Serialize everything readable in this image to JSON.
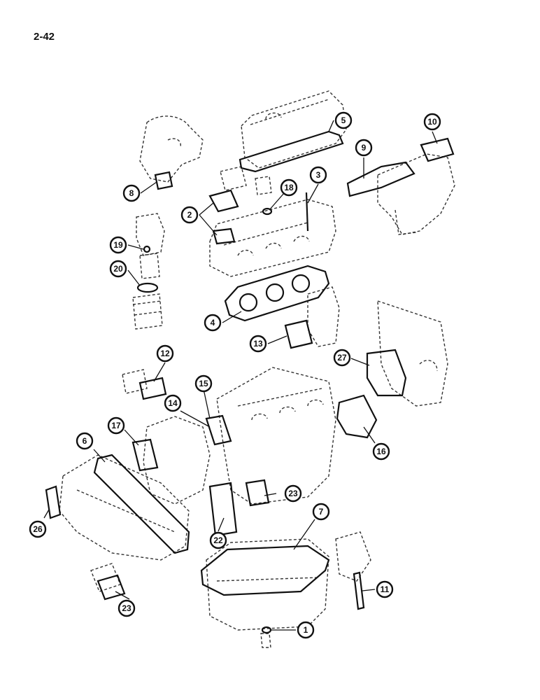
{
  "page": {
    "number": "2-42"
  },
  "callouts": [
    {
      "id": "c1",
      "label": "1"
    },
    {
      "id": "c2",
      "label": "2"
    },
    {
      "id": "c3",
      "label": "3"
    },
    {
      "id": "c4",
      "label": "4"
    },
    {
      "id": "c5",
      "label": "5"
    },
    {
      "id": "c6",
      "label": "6"
    },
    {
      "id": "c7",
      "label": "7"
    },
    {
      "id": "c8",
      "label": "8"
    },
    {
      "id": "c9",
      "label": "9"
    },
    {
      "id": "c10",
      "label": "10"
    },
    {
      "id": "c11",
      "label": "11"
    },
    {
      "id": "c12",
      "label": "12"
    },
    {
      "id": "c13",
      "label": "13"
    },
    {
      "id": "c14",
      "label": "14"
    },
    {
      "id": "c15",
      "label": "15"
    },
    {
      "id": "c16",
      "label": "16"
    },
    {
      "id": "c17",
      "label": "17"
    },
    {
      "id": "c18",
      "label": "18"
    },
    {
      "id": "c19",
      "label": "19"
    },
    {
      "id": "c20",
      "label": "20"
    },
    {
      "id": "c22",
      "label": "22"
    },
    {
      "id": "c23a",
      "label": "23"
    },
    {
      "id": "c23b",
      "label": "23"
    },
    {
      "id": "c26",
      "label": "26"
    },
    {
      "id": "c27",
      "label": "27"
    }
  ]
}
